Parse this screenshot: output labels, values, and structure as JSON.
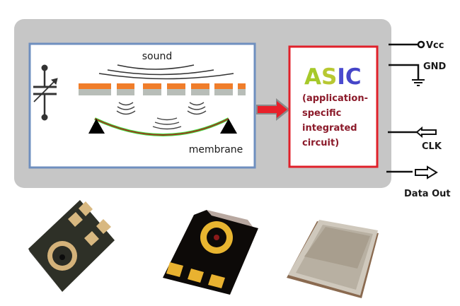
{
  "diagram": {
    "title": "MEMS microphone block diagram",
    "sensor": {
      "sound_label": "sound",
      "membrane_label": "membrane",
      "capacitor_symbol": "variable-capacitor-icon"
    },
    "asic": {
      "letters": [
        {
          "char": "A",
          "color": "#a6c92a"
        },
        {
          "char": "S",
          "color": "#b8c832"
        },
        {
          "char": "I",
          "color": "#4a4ad0"
        },
        {
          "char": "C",
          "color": "#4545c8"
        }
      ],
      "description_lines": [
        "(application-",
        "specific",
        "integrated",
        "circuit)"
      ]
    },
    "pins": [
      {
        "id": "vcc",
        "label": "Vcc",
        "symbol": "open-circle-terminal"
      },
      {
        "id": "gnd",
        "label": "GND",
        "symbol": "ground-symbol"
      },
      {
        "id": "clk",
        "label": "CLK",
        "direction": "input"
      },
      {
        "id": "data_out",
        "label": "Data Out",
        "direction": "output"
      }
    ],
    "colors": {
      "package_gray": "#c6c6c6",
      "sensor_border": "#6f8fbf",
      "asic_border": "#e0202a",
      "signal_arrow": "#e8202a",
      "backplate_orange": "#f07d2a",
      "backplate_gray": "#b8bdb8",
      "membrane_red": "#c0301e",
      "membrane_green": "#3ee03e"
    }
  },
  "photos": [
    {
      "name": "mems-mic-bottom-port",
      "description": "dark package with ring port and four pads"
    },
    {
      "name": "mems-mic-ring-three-pads",
      "description": "black package with gold ring and three pads"
    },
    {
      "name": "mems-mic-metal-can",
      "description": "metal lid package top view"
    }
  ]
}
